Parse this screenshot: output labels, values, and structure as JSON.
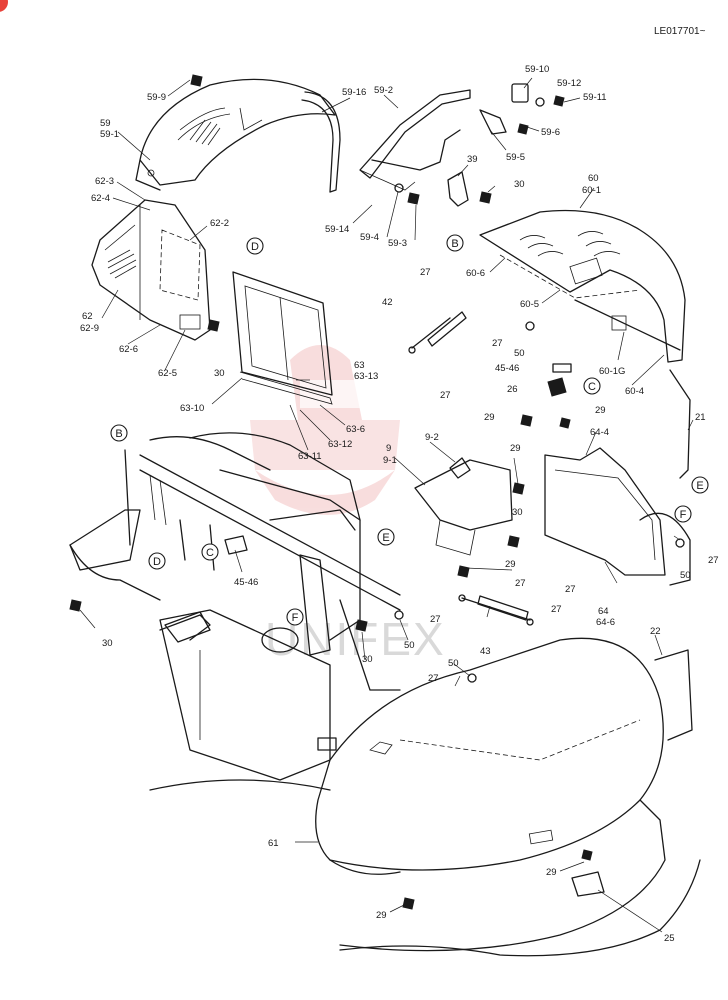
{
  "drawing": {
    "doc_code": "LE017701~",
    "watermark_text": "UNIFEX",
    "brand_mark_color": "#e8423a",
    "watermark_color": "#f3c2c2"
  },
  "callouts": [
    {
      "id": "c1",
      "text": "59-9"
    },
    {
      "id": "c2",
      "text": "59"
    },
    {
      "id": "c3",
      "text": "59-1"
    },
    {
      "id": "c4",
      "text": "62-3"
    },
    {
      "id": "c5",
      "text": "62-4"
    },
    {
      "id": "c6",
      "text": "62-2"
    },
    {
      "id": "c7",
      "text": "62"
    },
    {
      "id": "c8",
      "text": "62-9"
    },
    {
      "id": "c9",
      "text": "62-6"
    },
    {
      "id": "c10",
      "text": "62-5"
    },
    {
      "id": "c11",
      "text": "30"
    },
    {
      "id": "c12",
      "text": "59-16"
    },
    {
      "id": "c13",
      "text": "59-2"
    },
    {
      "id": "c14",
      "text": "59-10"
    },
    {
      "id": "c15",
      "text": "59-12"
    },
    {
      "id": "c16",
      "text": "59-11"
    },
    {
      "id": "c17",
      "text": "59-6"
    },
    {
      "id": "c18",
      "text": "59-5"
    },
    {
      "id": "c19",
      "text": "39"
    },
    {
      "id": "c20",
      "text": "30"
    },
    {
      "id": "c21",
      "text": "59-14"
    },
    {
      "id": "c22",
      "text": "59-4"
    },
    {
      "id": "c23",
      "text": "59-3"
    },
    {
      "id": "c24",
      "text": "60"
    },
    {
      "id": "c25",
      "text": "60-1"
    },
    {
      "id": "c26",
      "text": "60-6"
    },
    {
      "id": "c27",
      "text": "60-5"
    },
    {
      "id": "c28",
      "text": "27"
    },
    {
      "id": "c29",
      "text": "42"
    },
    {
      "id": "c30",
      "text": "27"
    },
    {
      "id": "c31",
      "text": "50"
    },
    {
      "id": "c32",
      "text": "27"
    },
    {
      "id": "c33",
      "text": "45-46"
    },
    {
      "id": "c34",
      "text": "26"
    },
    {
      "id": "c35",
      "text": "60-1G"
    },
    {
      "id": "c36",
      "text": "60-4"
    },
    {
      "id": "c37",
      "text": "63"
    },
    {
      "id": "c38",
      "text": "63-13"
    },
    {
      "id": "c39",
      "text": "63-10"
    },
    {
      "id": "c40",
      "text": "63-6"
    },
    {
      "id": "c41",
      "text": "63-12"
    },
    {
      "id": "c42",
      "text": "63-11"
    },
    {
      "id": "c43",
      "text": "29"
    },
    {
      "id": "c44",
      "text": "29"
    },
    {
      "id": "c45",
      "text": "21"
    },
    {
      "id": "c46",
      "text": "64-4"
    },
    {
      "id": "c47",
      "text": "9"
    },
    {
      "id": "c48",
      "text": "9-1"
    },
    {
      "id": "c49",
      "text": "9-2"
    },
    {
      "id": "c50",
      "text": "29"
    },
    {
      "id": "c51",
      "text": "30"
    },
    {
      "id": "c52",
      "text": "45-46"
    },
    {
      "id": "c53",
      "text": "29"
    },
    {
      "id": "c54",
      "text": "27"
    },
    {
      "id": "c55",
      "text": "27"
    },
    {
      "id": "c56",
      "text": "50"
    },
    {
      "id": "c57",
      "text": "27"
    },
    {
      "id": "c58",
      "text": "64"
    },
    {
      "id": "c59",
      "text": "64-6"
    },
    {
      "id": "c60",
      "text": "27"
    },
    {
      "id": "c61",
      "text": "43"
    },
    {
      "id": "c62",
      "text": "30"
    },
    {
      "id": "c63",
      "text": "50"
    },
    {
      "id": "c64",
      "text": "27"
    },
    {
      "id": "c65",
      "text": "50"
    },
    {
      "id": "c66",
      "text": "27"
    },
    {
      "id": "c67",
      "text": "22"
    },
    {
      "id": "c68",
      "text": "30"
    },
    {
      "id": "c69",
      "text": "61"
    },
    {
      "id": "c70",
      "text": "29"
    },
    {
      "id": "c71",
      "text": "29"
    },
    {
      "id": "c72",
      "text": "25"
    }
  ],
  "refs": [
    {
      "id": "r1",
      "letter": "B"
    },
    {
      "id": "r2",
      "letter": "D"
    },
    {
      "id": "r3",
      "letter": "C"
    },
    {
      "id": "r4",
      "letter": "E"
    },
    {
      "id": "r5",
      "letter": "B"
    },
    {
      "id": "r6",
      "letter": "D"
    },
    {
      "id": "r7",
      "letter": "C"
    },
    {
      "id": "r8",
      "letter": "E"
    },
    {
      "id": "r9",
      "letter": "F"
    },
    {
      "id": "r10",
      "letter": "F"
    }
  ]
}
